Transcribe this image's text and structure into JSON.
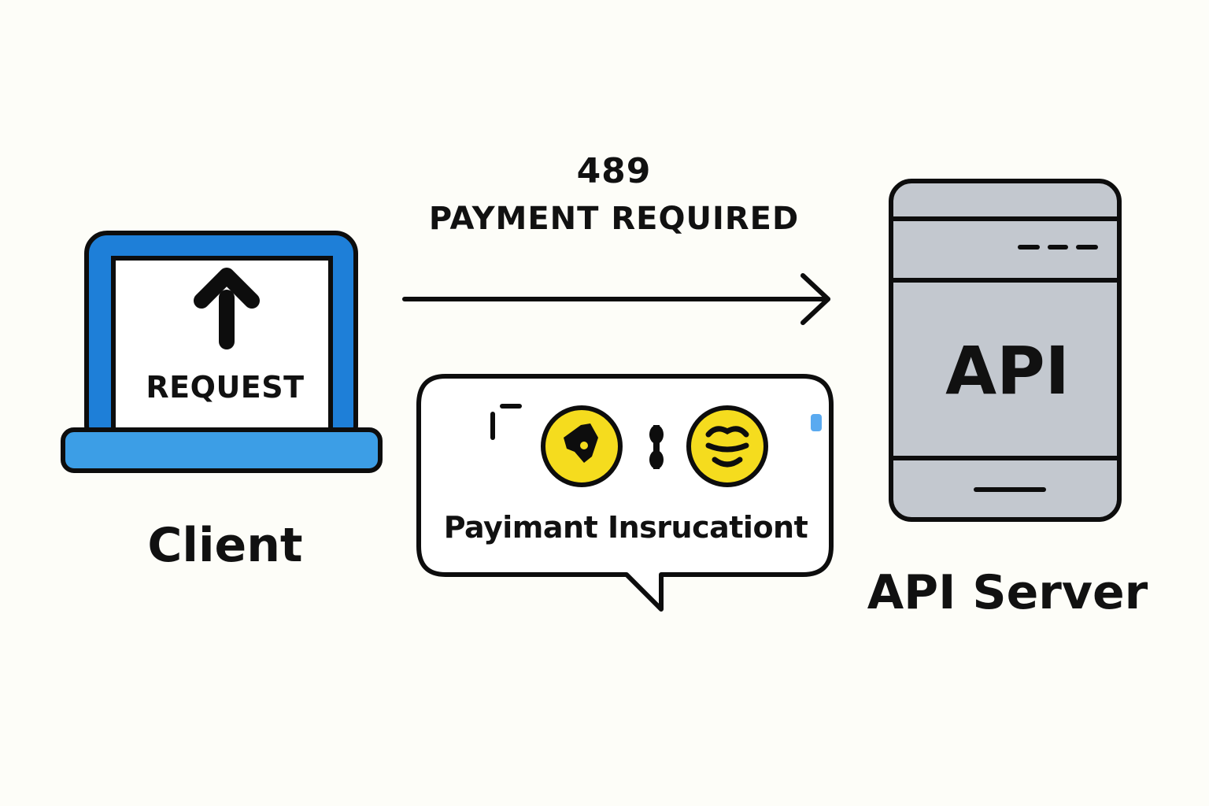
{
  "status": {
    "code": "489",
    "text": "PAYMENT REQUIRED"
  },
  "client": {
    "label": "Client",
    "screen_text": "REQUEST",
    "icon": "laptop-icon",
    "accent_color": "#1e7fd8",
    "base_color": "#3c9ee6"
  },
  "response_bubble": {
    "label": "Payimant Insrucationt",
    "icons": [
      "info-icon",
      "coin-icon",
      "link-icon",
      "coin-icon"
    ],
    "coin_color": "#f5dc1e"
  },
  "server": {
    "label": "API Server",
    "screen_text": "API",
    "icon": "server-icon",
    "body_color": "#c3c8cf"
  }
}
